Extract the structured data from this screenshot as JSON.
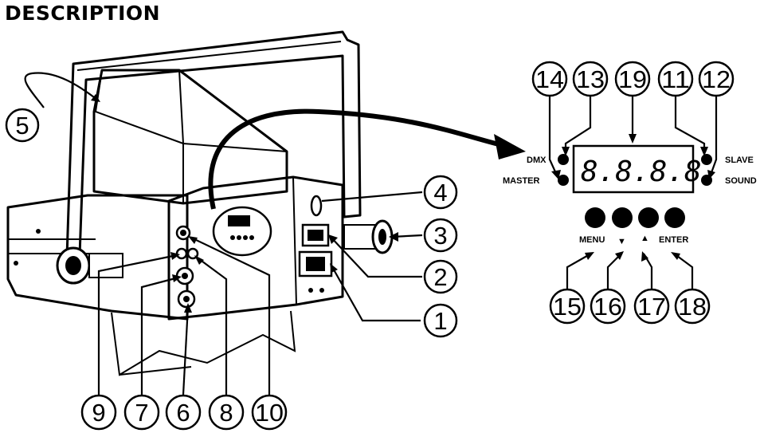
{
  "title": "DESCRIPTION",
  "callouts": {
    "c1": "1",
    "c2": "2",
    "c3": "3",
    "c4": "4",
    "c5": "5",
    "c6": "6",
    "c7": "7",
    "c8": "8",
    "c9": "9",
    "c10": "10",
    "c11": "11",
    "c12": "12",
    "c13": "13",
    "c14": "14",
    "c15": "15",
    "c16": "16",
    "c17": "17",
    "c18": "18",
    "c19": "19"
  },
  "panel": {
    "dmx": "DMX",
    "master": "MASTER",
    "slave": "SLAVE",
    "sound": "SOUND",
    "display": "8.8.8.8.",
    "menu": "MENU",
    "enter": "ENTER",
    "down_arrow": "▼",
    "up_arrow": "▲"
  }
}
